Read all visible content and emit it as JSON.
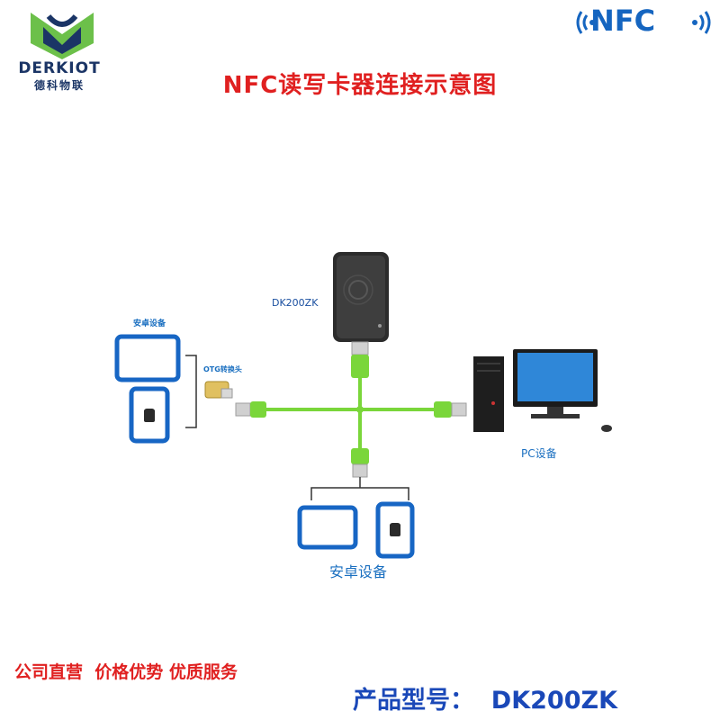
{
  "logo": {
    "brand": "DERKIOT",
    "brand_sub": "德科物联"
  },
  "badge": {
    "text": "NFC",
    "icon": "nfc-waves-icon"
  },
  "title": "NFC读写卡器连接示意图",
  "labels": {
    "reader": "DK200ZK",
    "android_left": "安卓设备",
    "otg": "OTG转换头",
    "pc": "PC设备",
    "android_bottom": "安卓设备"
  },
  "footer": {
    "slogan": "公司直营  价格优势 优质服务",
    "model": "产品型号：  DK200ZK"
  },
  "colors": {
    "title_red": "#e02020",
    "brand_blue": "#1b3566",
    "device_blue": "#1766c4",
    "cable_green": "#7ad63a",
    "model_blue": "#1a48b8"
  }
}
